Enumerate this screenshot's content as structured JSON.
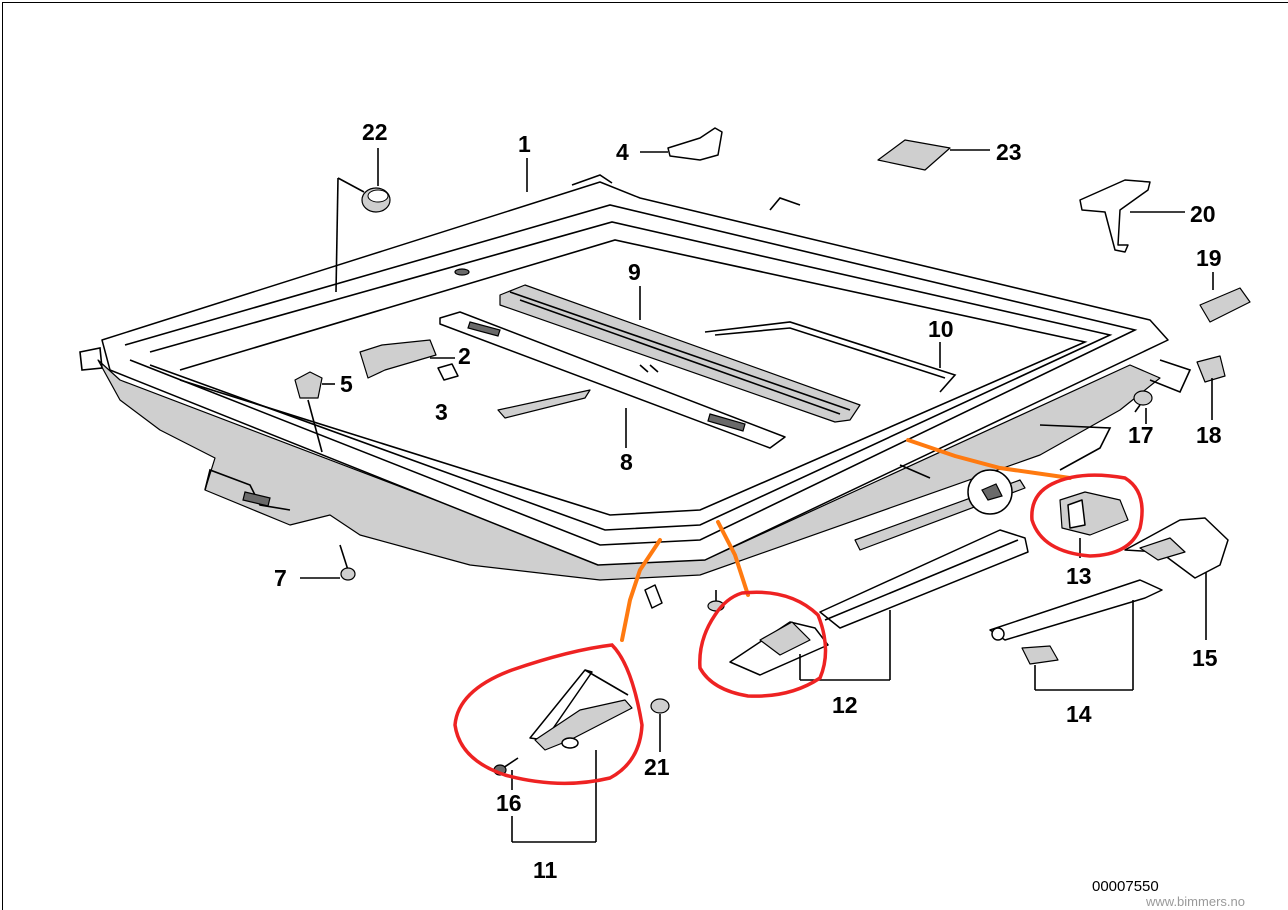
{
  "diagram_code": "00007550",
  "watermark": "www.bimmers.no",
  "colors": {
    "annotation_circle": "#ee2222",
    "annotation_line": "#ff7a10"
  },
  "labels": {
    "p1": "1",
    "p2": "2",
    "p3": "3",
    "p4": "4",
    "p5": "5",
    "p7": "7",
    "p8": "8",
    "p9": "9",
    "p10": "10",
    "p11": "11",
    "p12": "12",
    "p13": "13",
    "p14": "14",
    "p15": "15",
    "p16": "16",
    "p17": "17",
    "p18": "18",
    "p19": "19",
    "p20": "20",
    "p21": "21",
    "p22": "22",
    "p23": "23"
  }
}
